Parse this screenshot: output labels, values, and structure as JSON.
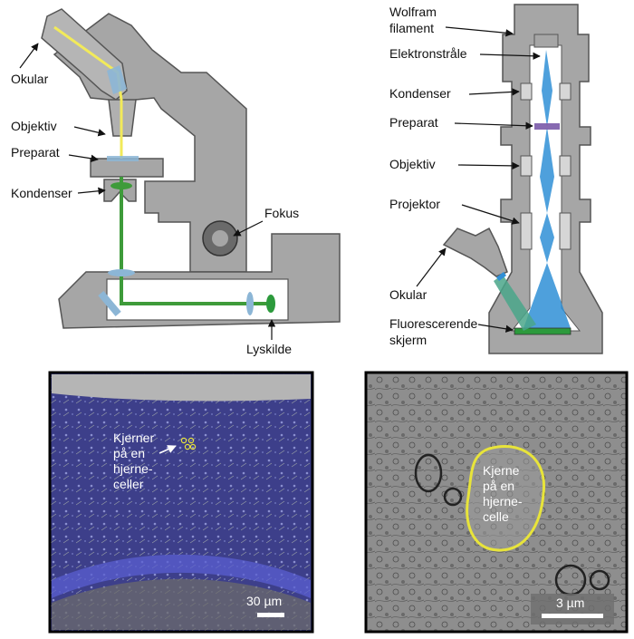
{
  "colors": {
    "body_gray": "#a6a6a6",
    "body_dark": "#555555",
    "light_path_yellow": "#f2ea5a",
    "light_path_green": "#3e9b3a",
    "lens_blue": "#8cb6d6",
    "beam_blue": "#2f8fd6",
    "screen_green": "#2c9a3c",
    "tissue_blue": "#3b3e9e",
    "highlight_yellow": "#e8e43a"
  },
  "light_microscope": {
    "labels": {
      "eyepiece": "Okular",
      "objective": "Objektiv",
      "specimen": "Preparat",
      "condenser": "Kondenser",
      "focus": "Fokus",
      "light_source": "Lyskilde"
    }
  },
  "electron_microscope": {
    "labels": {
      "filament_line1": "Wolfram",
      "filament_line2": "filament",
      "beam": "Elektronstråle",
      "condenser": "Kondenser",
      "specimen": "Preparat",
      "objective": "Objektiv",
      "projector": "Projektor",
      "eyepiece": "Okular",
      "screen_line1": "Fluorescerende",
      "screen_line2": "skjerm"
    }
  },
  "light_micrograph": {
    "caption_lines": [
      "Kjerner",
      "på en",
      "hjerne-",
      "celler"
    ],
    "scale_bar": "30 µm"
  },
  "electron_micrograph": {
    "caption_lines": [
      "Kjerne",
      "på en",
      "hjerne-",
      "celle"
    ],
    "scale_bar": "3 µm"
  }
}
